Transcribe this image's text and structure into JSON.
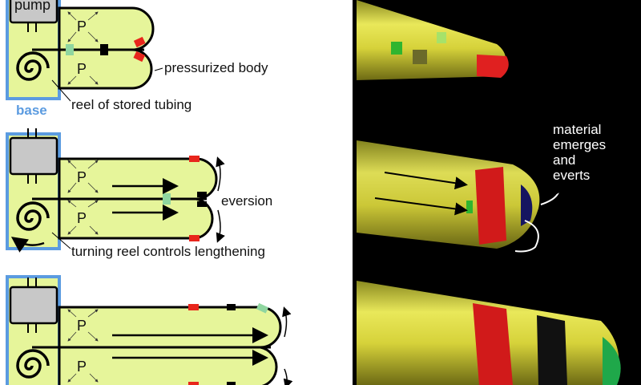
{
  "diagram": {
    "panel1": {
      "pump_label": "pump",
      "pressure_labels": [
        "P",
        "P"
      ],
      "pressurized_body_label": "pressurized body",
      "reel_label": "reel of stored tubing",
      "base_label": "base"
    },
    "panel2": {
      "pressure_labels": [
        "P",
        "P"
      ],
      "eversion_label": "eversion",
      "reel_label": "turning reel controls lengthening"
    },
    "panel3": {
      "pressure_labels": [
        "P",
        "P"
      ]
    },
    "photo": {
      "annotation_lines": [
        "material",
        "emerges",
        "and",
        "everts"
      ]
    },
    "colors": {
      "body": "#e6f59a",
      "base": "#5b9be0",
      "pump": "#c8c8c8",
      "marker_red": "#e8261c",
      "marker_green": "#8fd6a0",
      "marker_black": "#000000"
    }
  }
}
